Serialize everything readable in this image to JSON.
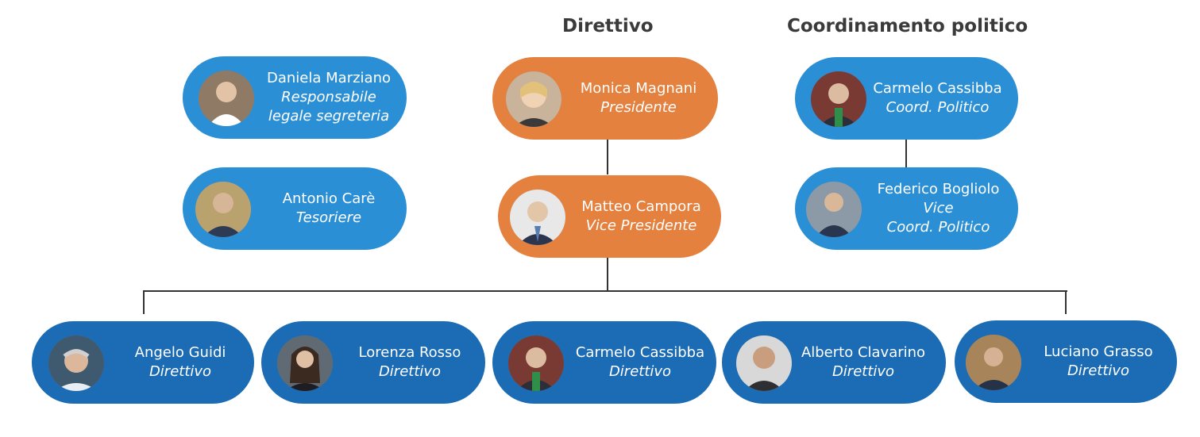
{
  "headings": {
    "direttivo": "Direttivo",
    "coordinamento": "Coordinamento politico"
  },
  "colors": {
    "light_blue": "#2b8fd6",
    "orange": "#e4813f",
    "dark_blue": "#1b6cb4",
    "line": "#333333"
  },
  "staff": [
    {
      "name": "Daniela Marziano",
      "role": [
        "Responsabile",
        "legale segreteria"
      ],
      "avatar": "person-photo-icon"
    },
    {
      "name": "Antonio Carè",
      "role": [
        "Tesoriere"
      ],
      "avatar": "person-photo-icon"
    }
  ],
  "leadership": [
    {
      "name": "Monica Magnani",
      "role": [
        "Presidente"
      ],
      "avatar": "person-photo-icon"
    },
    {
      "name": "Matteo Campora",
      "role": [
        "Vice Presidente"
      ],
      "avatar": "person-photo-icon"
    }
  ],
  "coordination": [
    {
      "name": "Carmelo Cassibba",
      "role": [
        "Coord. Politico"
      ],
      "avatar": "person-photo-icon"
    },
    {
      "name": "Federico Bogliolo",
      "role": [
        "Vice",
        "Coord. Politico"
      ],
      "avatar": "person-photo-icon"
    }
  ],
  "members": [
    {
      "name": "Angelo Guidi",
      "role": [
        "Direttivo"
      ],
      "avatar": "person-photo-icon"
    },
    {
      "name": "Lorenza Rosso",
      "role": [
        "Direttivo"
      ],
      "avatar": "person-photo-icon"
    },
    {
      "name": "Carmelo Cassibba",
      "role": [
        "Direttivo"
      ],
      "avatar": "person-photo-icon"
    },
    {
      "name": "Alberto Clavarino",
      "role": [
        "Direttivo"
      ],
      "avatar": "person-photo-icon"
    },
    {
      "name": "Luciano Grasso",
      "role": [
        "Direttivo"
      ],
      "avatar": "person-photo-icon"
    }
  ]
}
